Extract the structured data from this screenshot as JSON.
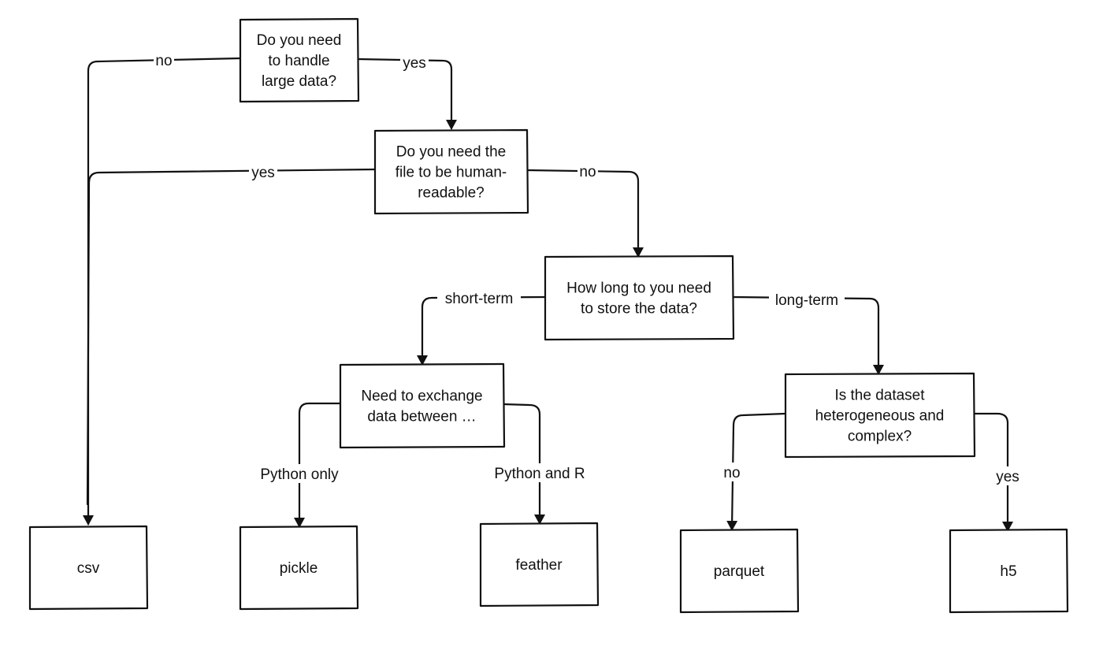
{
  "nodes": {
    "q_large": [
      "Do you need",
      "to handle",
      "large data?"
    ],
    "q_human": [
      "Do you need the",
      "file to be human-",
      "readable?"
    ],
    "q_store": [
      "How long to you need",
      "to store the data?"
    ],
    "q_exchange": [
      "Need to exchange",
      "data between …"
    ],
    "q_hetero": [
      "Is the dataset",
      "heterogeneous and",
      "complex?"
    ],
    "csv": [
      "csv"
    ],
    "pickle": [
      "pickle"
    ],
    "feather": [
      "feather"
    ],
    "parquet": [
      "parquet"
    ],
    "h5": [
      "h5"
    ]
  },
  "edges": {
    "large_no": "no",
    "large_yes": "yes",
    "human_yes": "yes",
    "human_no": "no",
    "store_short": "short-term",
    "store_long": "long-term",
    "exchange_python": "Python only",
    "exchange_r": "Python and R",
    "hetero_no": "no",
    "hetero_yes": "yes"
  },
  "colors": {
    "stroke": "#111111",
    "text": "#111111",
    "background": "#ffffff"
  }
}
